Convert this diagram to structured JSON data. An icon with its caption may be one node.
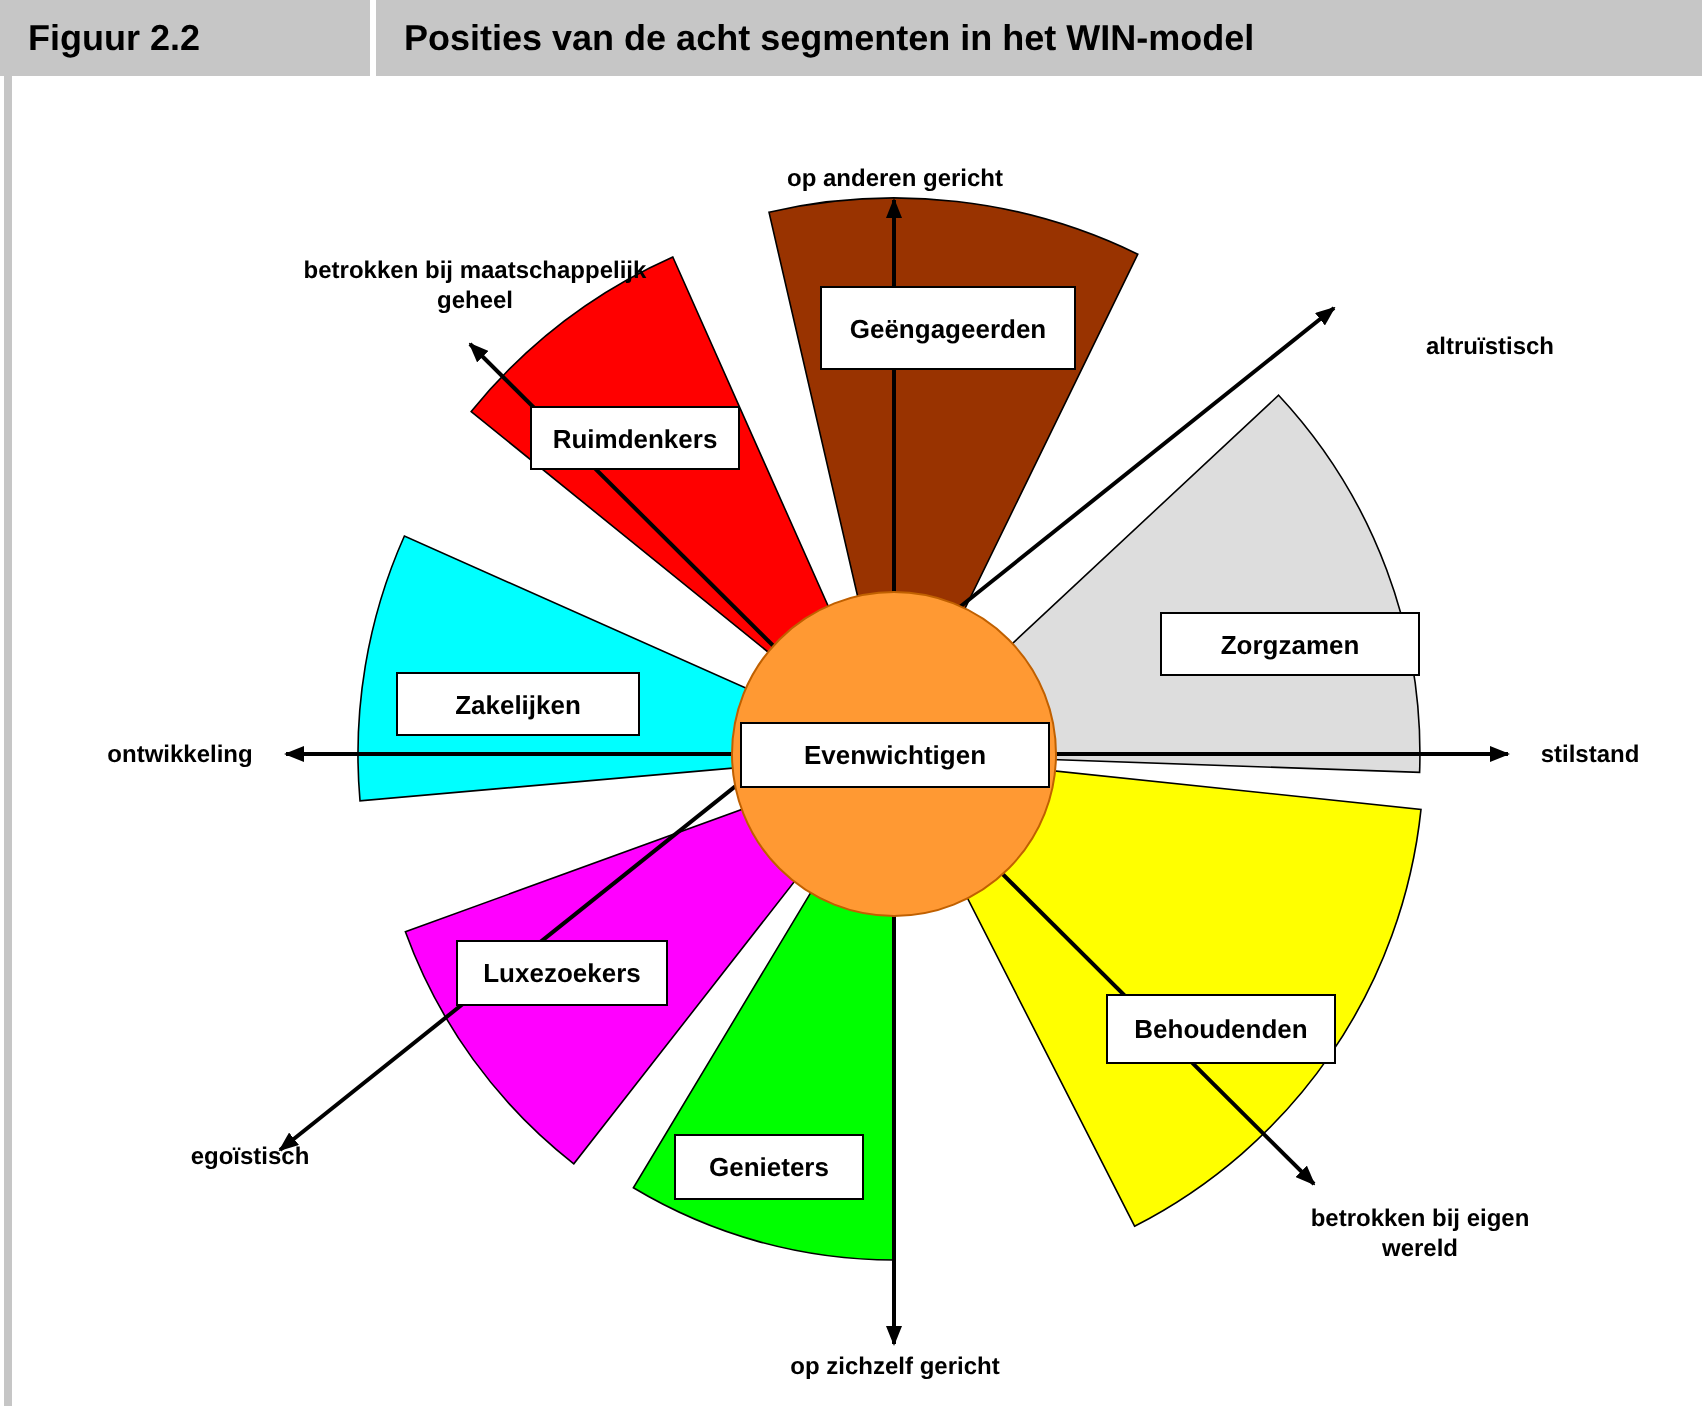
{
  "diagram": {
    "title": "Posities van de acht segmenten in het WIN-model",
    "nodes": [
      {
        "text": [
          "Geëngageerden"
        ]
      },
      {
        "text": [
          "Ruimdenkers"
        ]
      },
      {
        "text": [
          "Zorgzamen"
        ]
      },
      {
        "text": [
          "Zakelijken"
        ]
      },
      {
        "text": [
          "Evenwichtigen"
        ]
      },
      {
        "text": [
          "Behoudenden"
        ]
      },
      {
        "text": [
          "Luxezoekers"
        ]
      },
      {
        "text": [
          "Genieters"
        ]
      }
    ],
    "labels": [
      "Figuur 2.2",
      "op anderen gericht",
      "betrokken bij maatschappelijk geheel",
      "altruïstisch",
      "ontwikkeling",
      "stilstand",
      "egoïstisch",
      "betrokken bij eigen wereld",
      "op zichzelf gericht"
    ]
  }
}
